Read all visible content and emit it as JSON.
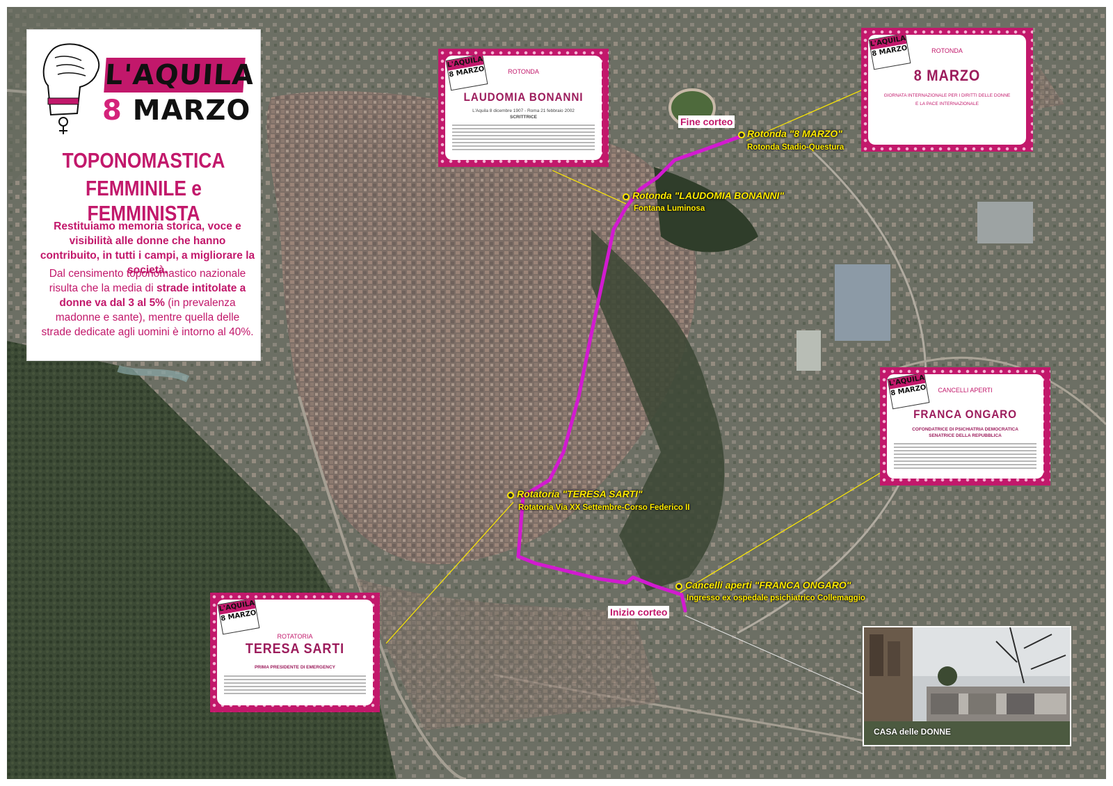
{
  "intro": {
    "logo": {
      "line1": "L'AQUILA",
      "line2_num": "8",
      "line2_text": " MARZO"
    },
    "title_line1": "TOPONOMASTICA",
    "title_line2": "FEMMINILE e FEMMINISTA",
    "paragraph1": "Restituiamo memoria storica, voce e visibilità alle donne che hanno contribuito, in tutti i campi, a migliorare la società.",
    "paragraph2_a": "Dal censimento toponomastico nazionale risulta che la media di ",
    "paragraph2_b": "strade intitolate a donne va dal 3 al 5%",
    "paragraph2_c": " (in prevalenza madonne e sante), mentre quella delle strade dedicate agli uomini è intorno al 40%."
  },
  "plaques": {
    "laudomia": {
      "badge1": "L'AQUILA",
      "badge2": "8 MARZO",
      "type": "ROTONDA",
      "name": "LAUDOMIA BONANNI",
      "sub1": "L'Aquila 8 dicembre 1907 - Roma 21 febbraio 2002",
      "sub2": "SCRITTRICE"
    },
    "marzo": {
      "badge1": "L'AQUILA",
      "badge2": "8 MARZO",
      "type": "ROTONDA",
      "name": "8 MARZO",
      "sub1": "GIORNATA INTERNAZIONALE PER I DIRITTI DELLE DONNE",
      "sub2": "E LA PACE INTERNAZIONALE"
    },
    "franca": {
      "badge1": "L'AQUILA",
      "badge2": "8 MARZO",
      "type": "CANCELLI APERTI",
      "name": "FRANCA ONGARO",
      "sub1": "COFONDATRICE DI PSICHIATRIA DEMOCRATICA",
      "sub2": "SENATRICE DELLA REPUBBLICA"
    },
    "teresa": {
      "badge1": "L'AQUILA",
      "badge2": "8 MARZO",
      "type": "ROTATORIA",
      "name": "TERESA  SARTI",
      "sub1": "",
      "sub2": "PRIMA PRESIDENTE DI EMERGENCY"
    }
  },
  "map_labels": {
    "fine_corteo": "Fine corteo",
    "inizio_corteo": "Inizio corteo",
    "rotonda_8marzo": "Rotonda \"8 MARZO\"",
    "rotonda_8marzo_sub": "Rotonda Stadio-Questura",
    "rotonda_laudomia": "Rotonda \"LAUDOMIA BONANNI\"",
    "rotonda_laudomia_sub": "Fontana Luminosa",
    "rotatoria_teresa": "Rotatoria \"TERESA SARTI\"",
    "rotatoria_teresa_sub": "Rotatoria Via XX Settembre-Corso Federico II",
    "cancelli_franca": "Cancelli aperti \"FRANCA ONGARO\"",
    "cancelli_franca_sub": "Ingresso ex ospedale psichiatrico Collemaggio"
  },
  "photo": {
    "caption": "CASA delle DONNE"
  },
  "colors": {
    "accent": "#c2186b",
    "route": "#d21ad0",
    "label": "#ffea00"
  }
}
